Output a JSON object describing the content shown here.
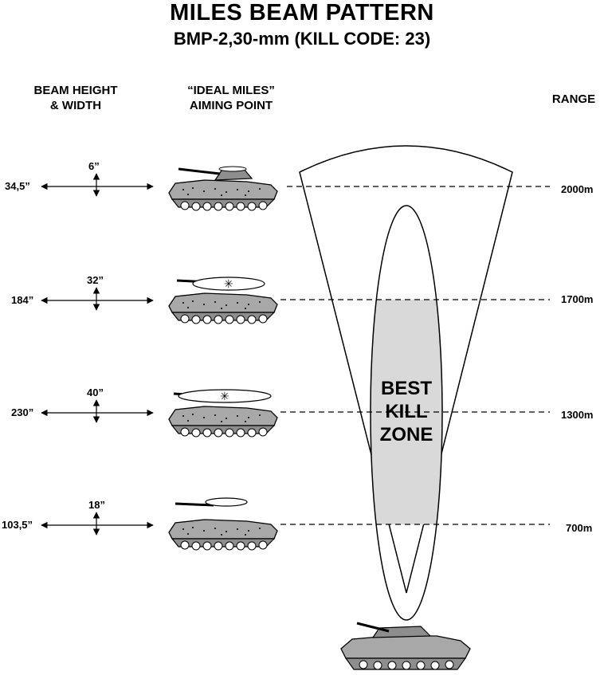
{
  "title": "MILES BEAM PATTERN",
  "subtitle": "BMP-2,30-mm (KILL CODE: 23)",
  "columns": {
    "beam": [
      "BEAM HEIGHT",
      "& WIDTH"
    ],
    "aim": [
      "“IDEAL MILES”",
      "AIMING POINT"
    ],
    "range": "RANGE"
  },
  "rows": [
    {
      "width_label": "34,5”",
      "height_label": "6”",
      "range_label": "2000m"
    },
    {
      "width_label": "184”",
      "height_label": "32”",
      "range_label": "1700m"
    },
    {
      "width_label": "230”",
      "height_label": "40”",
      "range_label": "1300m"
    },
    {
      "width_label": "103,5”",
      "height_label": "18”",
      "range_label": "700m"
    }
  ],
  "kill_zone": [
    "BEST",
    "KILL",
    "ZONE"
  ],
  "colors": {
    "ink": "#000000",
    "kill_zone_fill": "#d9d9d9",
    "vehicle_fill": "#a8a8a8",
    "beam_spot_fill": "#ffffff"
  },
  "icons": [
    "bmp-2-vehicle-icon",
    "beam-spot-icon",
    "double-arrow-icon"
  ]
}
